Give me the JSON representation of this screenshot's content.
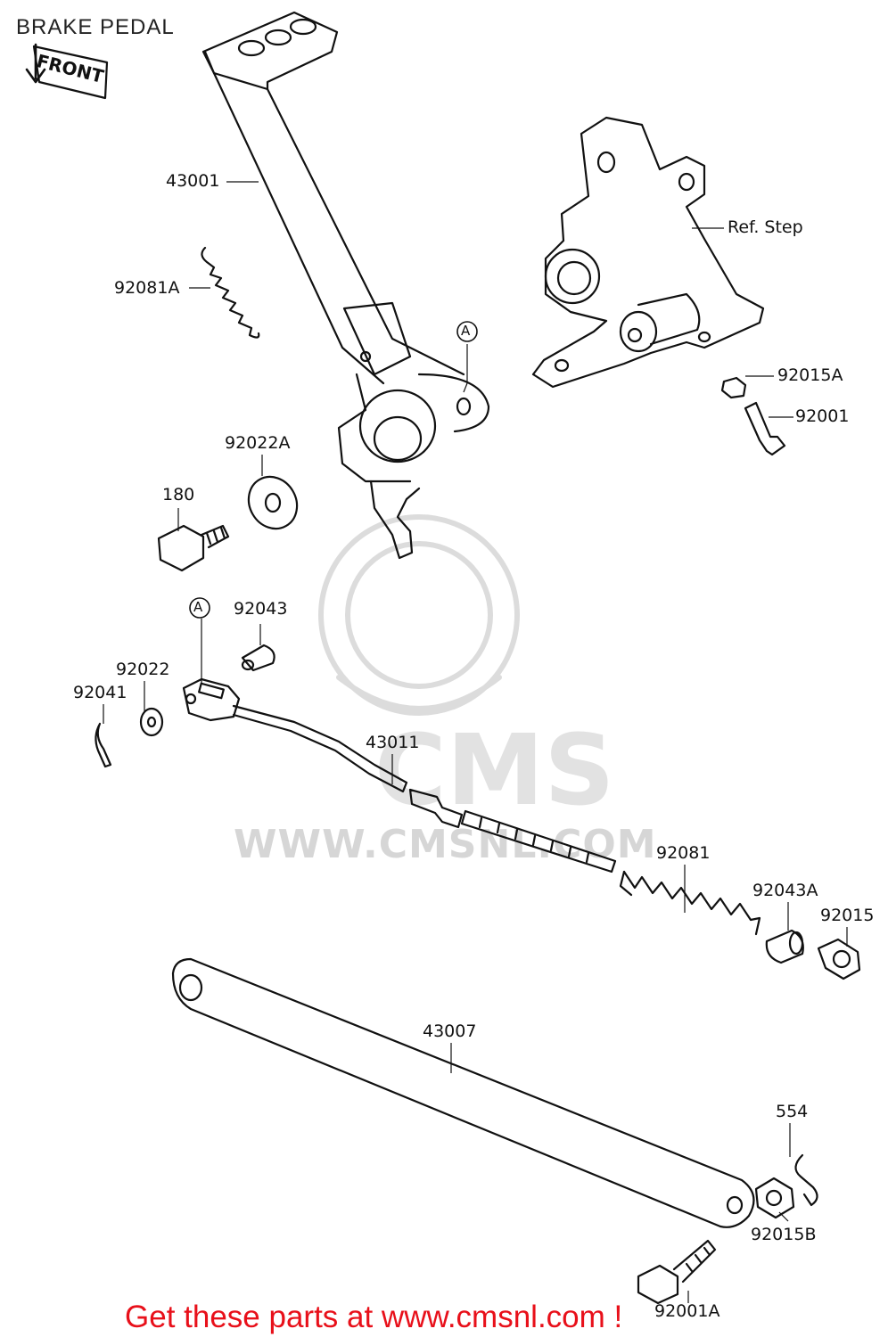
{
  "title": "BRAKE PEDAL",
  "front_marker": "FRONT",
  "watermark": {
    "brand": "CMS",
    "url": "WWW.CMSNL.COM"
  },
  "callouts": {
    "a1": "A",
    "a2": "A"
  },
  "parts": {
    "p43001": "43001",
    "p92081A": "92081A",
    "p92022A": "92022A",
    "p180": "180",
    "p92043": "92043",
    "p92022": "92022",
    "p92041": "92041",
    "p43011": "43011",
    "pRefStep": "Ref. Step",
    "p92015A": "92015A",
    "p92001": "92001",
    "p92081": "92081",
    "p92043A": "92043A",
    "p92015": "92015",
    "p43007": "43007",
    "p554": "554",
    "p92015B": "92015B",
    "p92001A": "92001A"
  },
  "promo": "Get these parts at www.cmsnl.com !"
}
